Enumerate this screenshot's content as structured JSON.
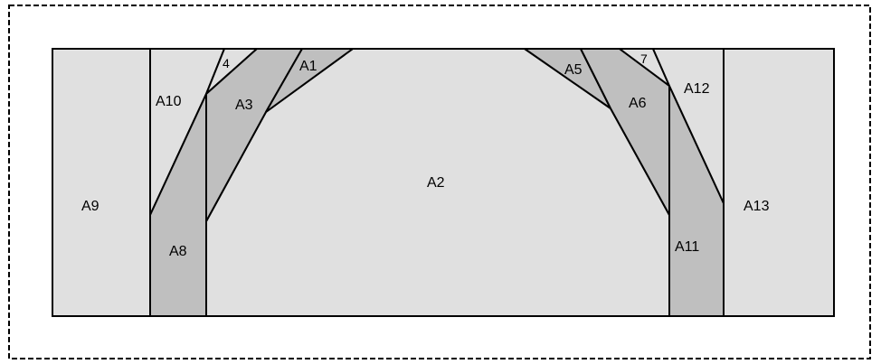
{
  "colors": {
    "light": "#e0e0e0",
    "dark": "#bfbfbf",
    "stroke": "#000000",
    "frame": "#000000"
  },
  "labels": {
    "A1": "A1",
    "A2": "A2",
    "A3": "A3",
    "A4": "4",
    "A5": "A5",
    "A6": "A6",
    "A7": "7",
    "A8": "A8",
    "A9": "A9",
    "A10": "A10",
    "A11": "A11",
    "A12": "A12",
    "A13": "A13"
  }
}
